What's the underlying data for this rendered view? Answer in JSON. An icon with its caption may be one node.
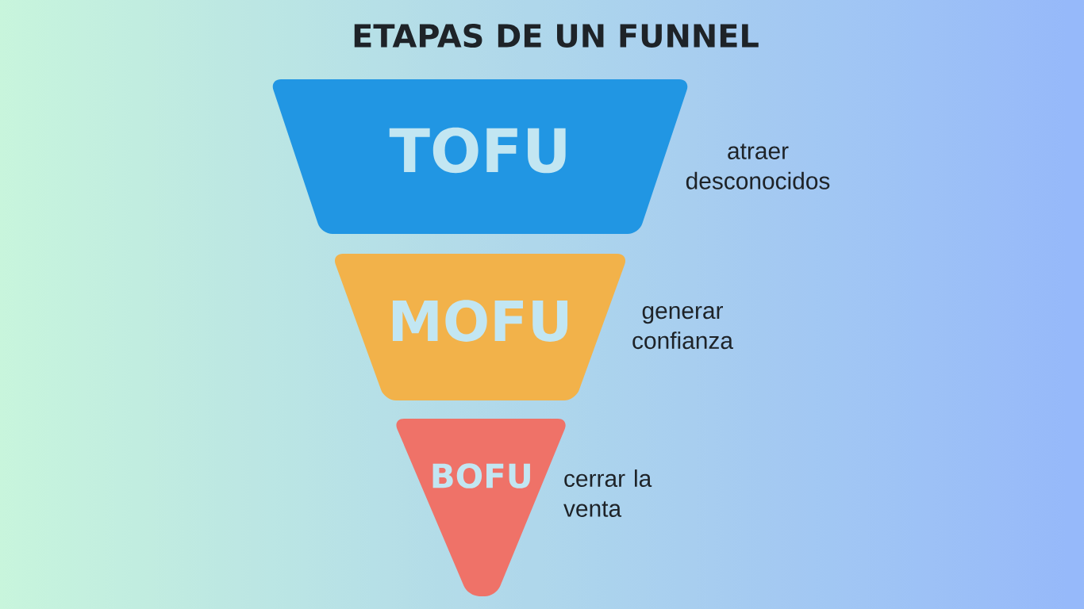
{
  "diagram": {
    "title": "ETAPAS DE UN FUNNEL",
    "nodes": [
      {
        "text": [
          "TOFU"
        ],
        "beside": [
          "atraer desconocidos"
        ]
      },
      {
        "text": [
          "MOFU"
        ],
        "beside": [
          "generar confianza"
        ]
      },
      {
        "text": [
          "BOFU"
        ],
        "beside": [
          "cerrar la venta"
        ]
      }
    ]
  }
}
